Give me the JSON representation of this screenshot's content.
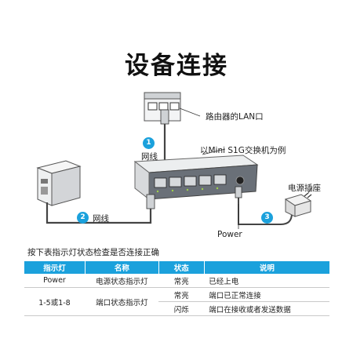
{
  "title": "设备连接",
  "labels": {
    "router_lan": "路由器的LAN口",
    "example": "以Mini S1G交换机为例",
    "cable_1": "网线",
    "cable_2": "网线",
    "power_outlet": "电源插座",
    "power": "Power"
  },
  "steps": [
    "1",
    "2",
    "3"
  ],
  "table_hint": "按下表指示灯状态检查是否连接正确",
  "table": {
    "headers": [
      "指示灯",
      "名称",
      "状态",
      "说明"
    ],
    "rows": [
      {
        "indicator": "Power",
        "name": "电源状态指示灯",
        "status": "常亮",
        "desc": "已经上电"
      },
      {
        "indicator": "1-5或1-8",
        "name": "端口状态指示灯",
        "status": "常亮",
        "desc": "端口已正常连接"
      },
      {
        "indicator": "",
        "name": "",
        "status": "闪烁",
        "desc": "端口在接收或者发送数据"
      }
    ]
  },
  "colors": {
    "accent": "#1ba1dc",
    "device_body": "#e9eaeb",
    "device_front": "#5b6168"
  }
}
